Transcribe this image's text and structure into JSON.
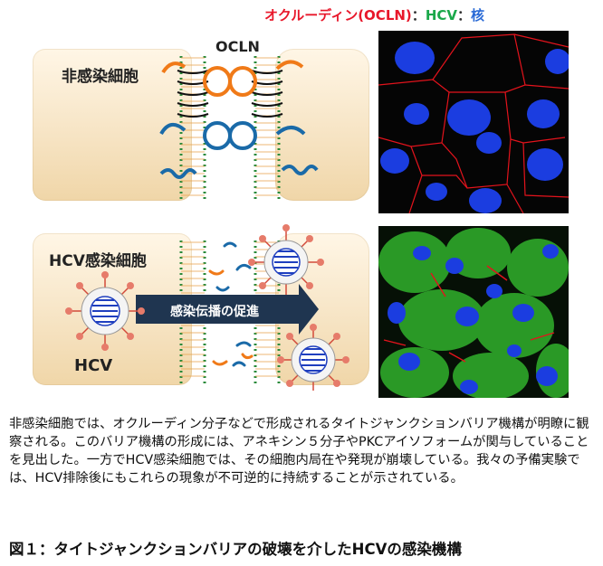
{
  "legend": {
    "ocln": "オクルーディン(OCLN)",
    "sep1": "：",
    "hcv": "HCV",
    "sep2": "：",
    "nucleus": "核"
  },
  "top_panel": {
    "ocln_label": "OCLN",
    "cell_label": "非感染細胞"
  },
  "bottom_panel": {
    "cell_label": "HCV感染細胞",
    "virus_label": "HCV",
    "arrow_label": "感染伝播の促進"
  },
  "description": "非感染細胞では、オクルーディン分子などで形成されるタイトジャンクションバリア機構が明瞭に観察される。このバリア機構の形成には、アネキシン５分子やPKCアイソフォームが関与していることを見出した。一方でHCV感染細胞では、その細胞内局在や発現が崩壊している。我々の予備実験では、HCV排除後にもこれらの現象が不可逆的に持続することが示されている。",
  "caption": "図１：タイトジャンクションバリアの破壊を介したHCVの感染機構",
  "colors": {
    "ocln_red": "#e8172a",
    "hcv_green": "#1aa84a",
    "nucleus_blue": "#2a6ad6",
    "arrow_navy": "#1f3550"
  }
}
